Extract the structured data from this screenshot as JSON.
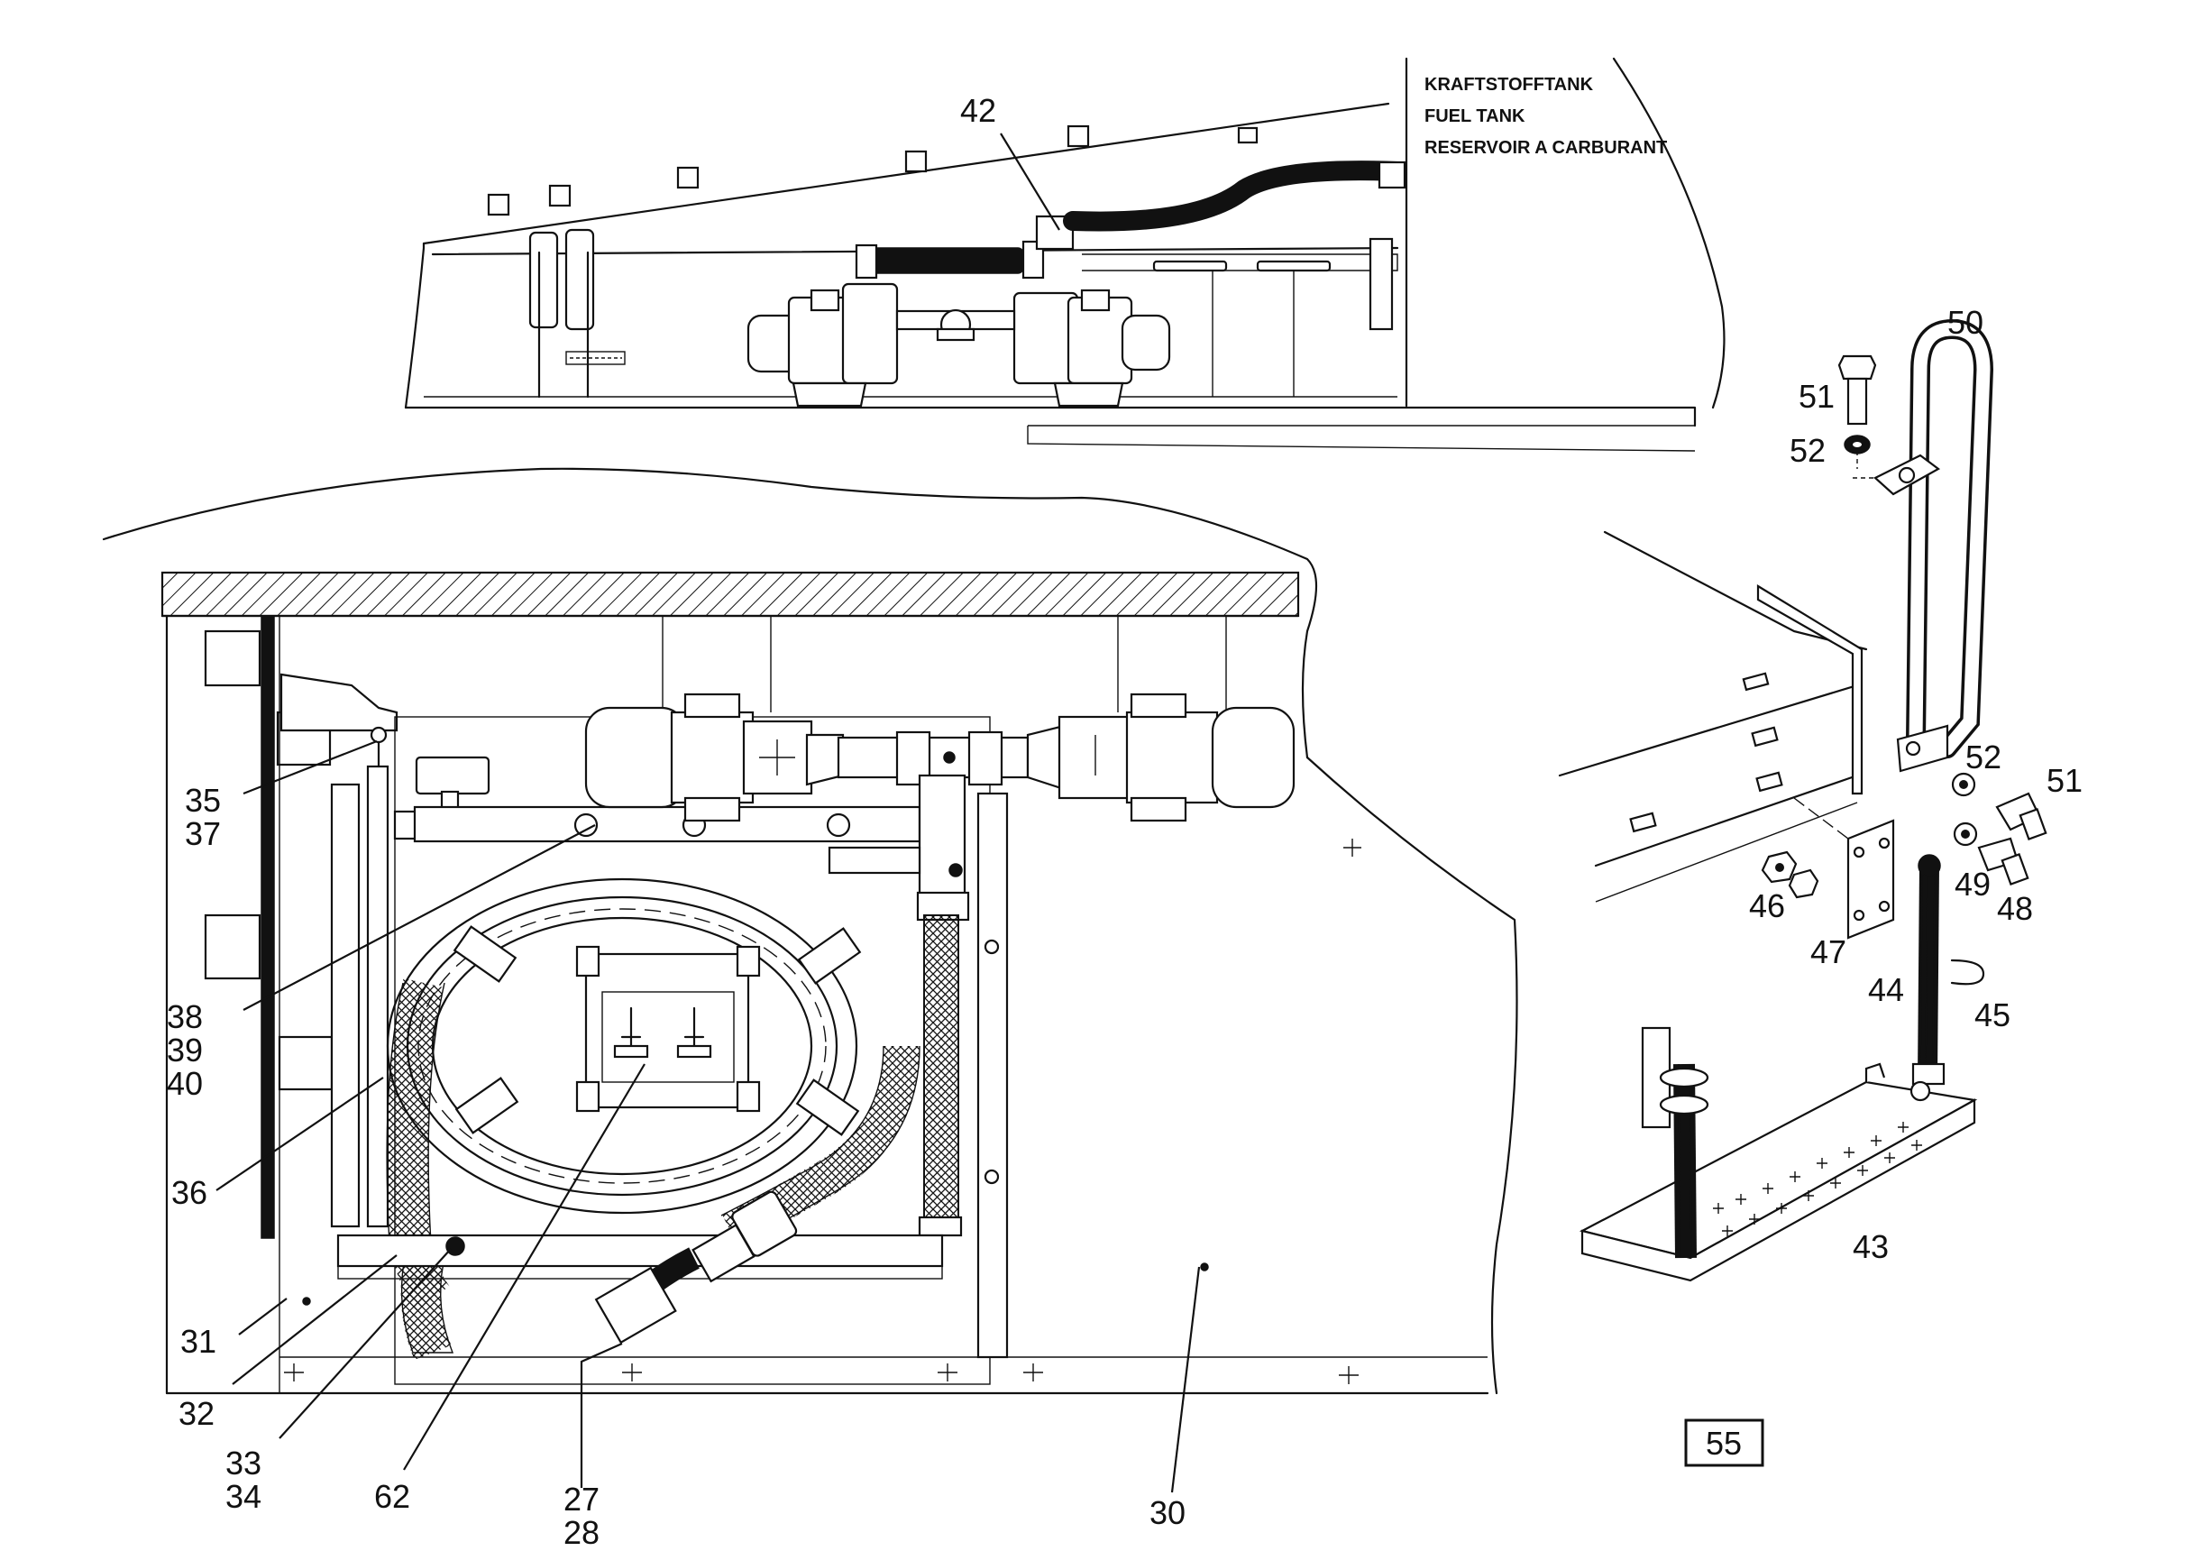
{
  "tank_note": [
    "KRAFTSTOFFTANK",
    "FUEL TANK",
    "RESERVOIR A CARBURANT"
  ],
  "figure_number": "55",
  "callouts": {
    "c42": "42",
    "c50": "50",
    "c51a": "51",
    "c52a": "52",
    "c52b": "52",
    "c51b": "51",
    "c49": "49",
    "c48": "48",
    "c46": "46",
    "c47": "47",
    "c44": "44",
    "c45": "45",
    "c43": "43",
    "c35": "35",
    "c37": "37",
    "c38": "38",
    "c39": "39",
    "c40": "40",
    "c36": "36",
    "c31": "31",
    "c32": "32",
    "c33": "33",
    "c34": "34",
    "c62": "62",
    "c27": "27",
    "c28": "28",
    "c30": "30"
  }
}
